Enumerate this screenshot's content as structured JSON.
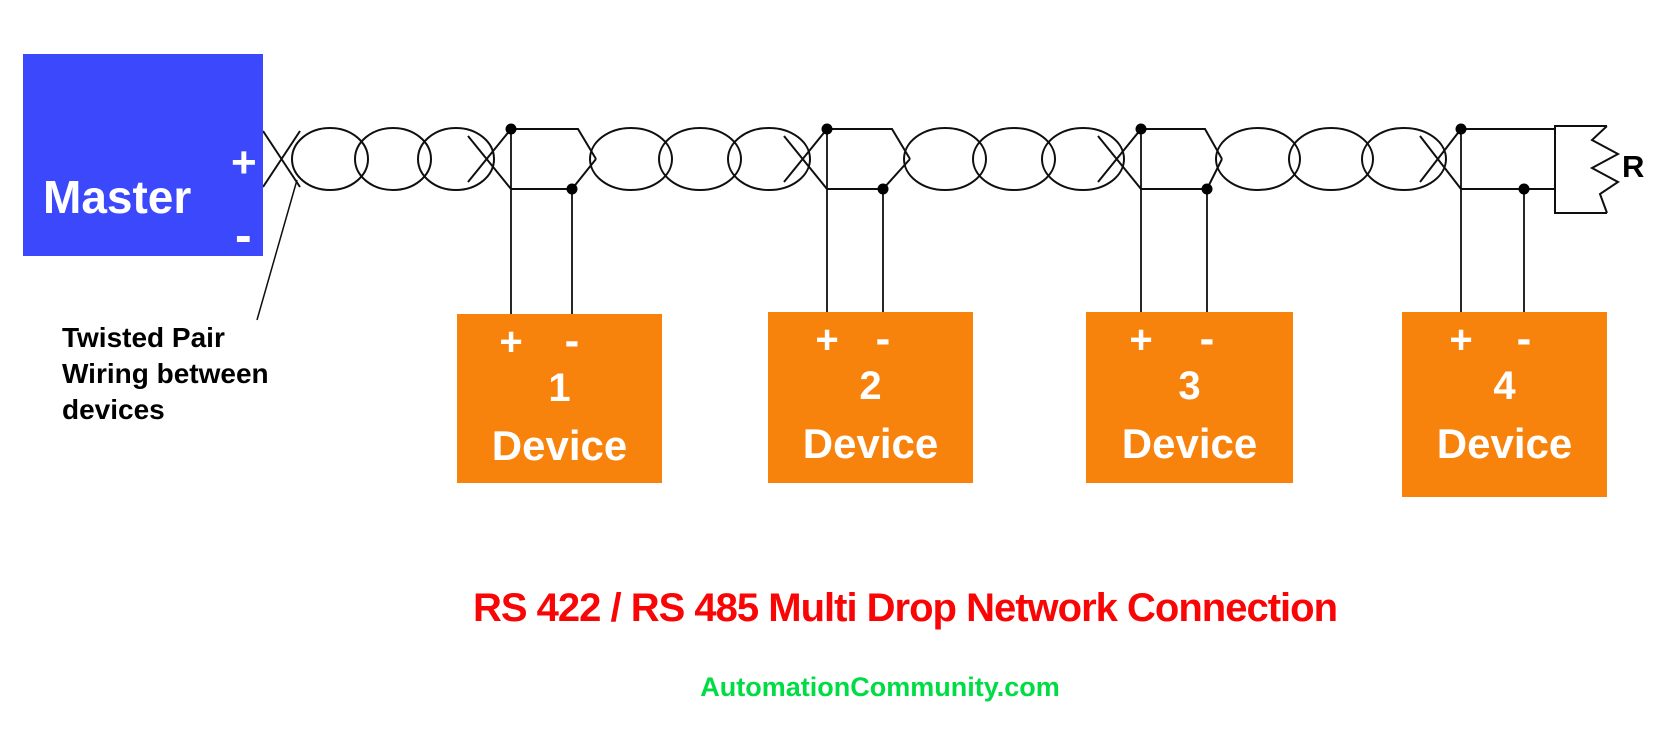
{
  "colors": {
    "master_blue": "#3B48FB",
    "device_orange": "#F7830D",
    "title_red": "#FA0505",
    "footer_green": "#00DC44",
    "wire_black": "#0F0F0F"
  },
  "master": {
    "label": "Master",
    "plus": "+",
    "minus": "-"
  },
  "devices": [
    {
      "number": "1",
      "name": "Device",
      "plus": "+",
      "minus": "-"
    },
    {
      "number": "2",
      "name": "Device",
      "plus": "+",
      "minus": "-"
    },
    {
      "number": "3",
      "name": "Device",
      "plus": "+",
      "minus": "-"
    },
    {
      "number": "4",
      "name": "Device",
      "plus": "+",
      "minus": "-"
    }
  ],
  "terminator": {
    "label": "R"
  },
  "annotation": {
    "text": "Twisted Pair\nWiring between\ndevices"
  },
  "title": {
    "text": "RS 422 / RS 485 Multi Drop Network Connection"
  },
  "footer": {
    "text": "AutomationCommunity.com"
  }
}
